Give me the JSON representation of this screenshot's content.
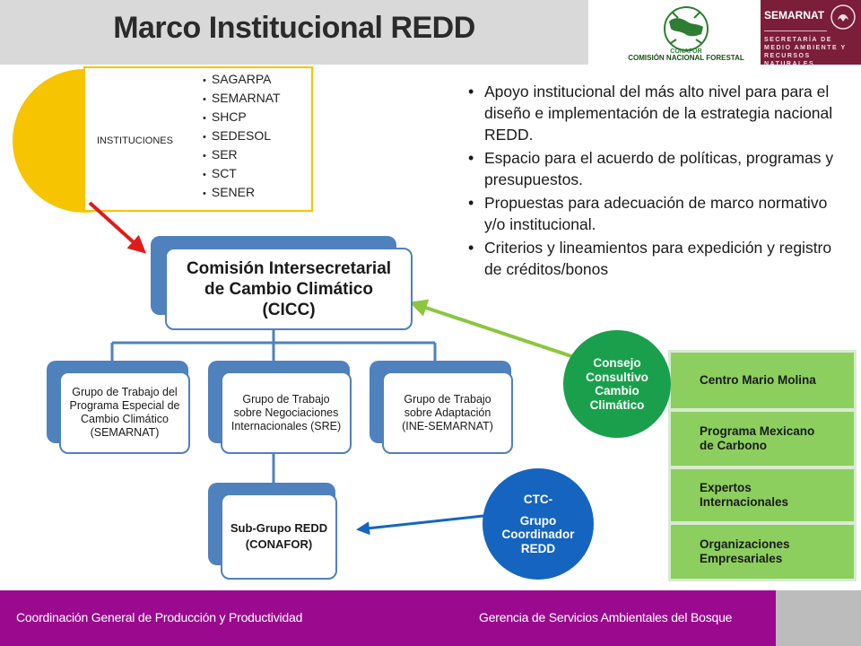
{
  "header": {
    "title": "Marco Institucional REDD",
    "conafor_wordmark": "CONAFOR",
    "conafor_caption": "COMISIÓN NACIONAL FORESTAL",
    "semarnat_wordmark": "SEMARNAT",
    "semarnat_subtitle": "SECRETARÍA DE MEDIO AMBIENTE Y RECURSOS NATURALES"
  },
  "institutions": {
    "label": "INSTITUCIONES",
    "items": [
      "SAGARPA",
      "SEMARNAT",
      "SHCP",
      "SEDESOL",
      "SER",
      "SCT",
      "SENER"
    ]
  },
  "bullets": [
    "Apoyo institucional del más alto nivel para para el diseño e implementación de la estrategia nacional REDD.",
    "Espacio para el acuerdo de políticas, programas y presupuestos.",
    "Propuestas para adecuación de marco normativo y/o institucional.",
    "Criterios y lineamientos para expedición y registro de créditos/bonos"
  ],
  "cicc": {
    "line1": "Comisión Intersecretarial",
    "line2": "de Cambio Climático",
    "line3": "(CICC)"
  },
  "working_groups": [
    {
      "line1": "Grupo de Trabajo del",
      "line2": "Programa Especial de",
      "line3": "Cambio Climático",
      "line4": "(SEMARNAT)"
    },
    {
      "line1": "Grupo de Trabajo",
      "line2": "sobre Negociaciones",
      "line3": "Internacionales (SRE)"
    },
    {
      "line1": "Grupo de Trabajo",
      "line2": "sobre Adaptación",
      "line3": "(INE-SEMARNAT)"
    }
  ],
  "subgroup": {
    "line1": "Sub-Grupo REDD",
    "line2": "(CONAFOR)"
  },
  "consejo": {
    "line1": "Consejo",
    "line2": "Consultivo",
    "line3": "Cambio",
    "line4": "Climático"
  },
  "consejo_members": [
    {
      "line1": "Centro Mario Molina",
      "line2": ""
    },
    {
      "line1": "Programa Mexicano",
      "line2": "de Carbono"
    },
    {
      "line1": "Expertos",
      "line2": "Internacionales"
    },
    {
      "line1": "Organizaciones",
      "line2": "Empresariales"
    }
  ],
  "ctc": {
    "line1": "CTC-",
    "line2": "Grupo",
    "line3": "Coordinador",
    "line4": "REDD"
  },
  "footer": {
    "left": "Coordinación General de Producción y Productividad",
    "right": "Gerencia de Servicios Ambientales del Bosque"
  },
  "colors": {
    "institutions_accent": "#f6c400",
    "org_blue": "#4f81bd",
    "consejo_green": "#1aa04c",
    "member_green": "#8ccf5e",
    "ctc_blue": "#1565c0",
    "arrow_red": "#e01b1b",
    "arrow_green": "#8cc63f",
    "footer_purple": "#9b0a8e",
    "semarnat_maroon": "#7a1e3a"
  }
}
